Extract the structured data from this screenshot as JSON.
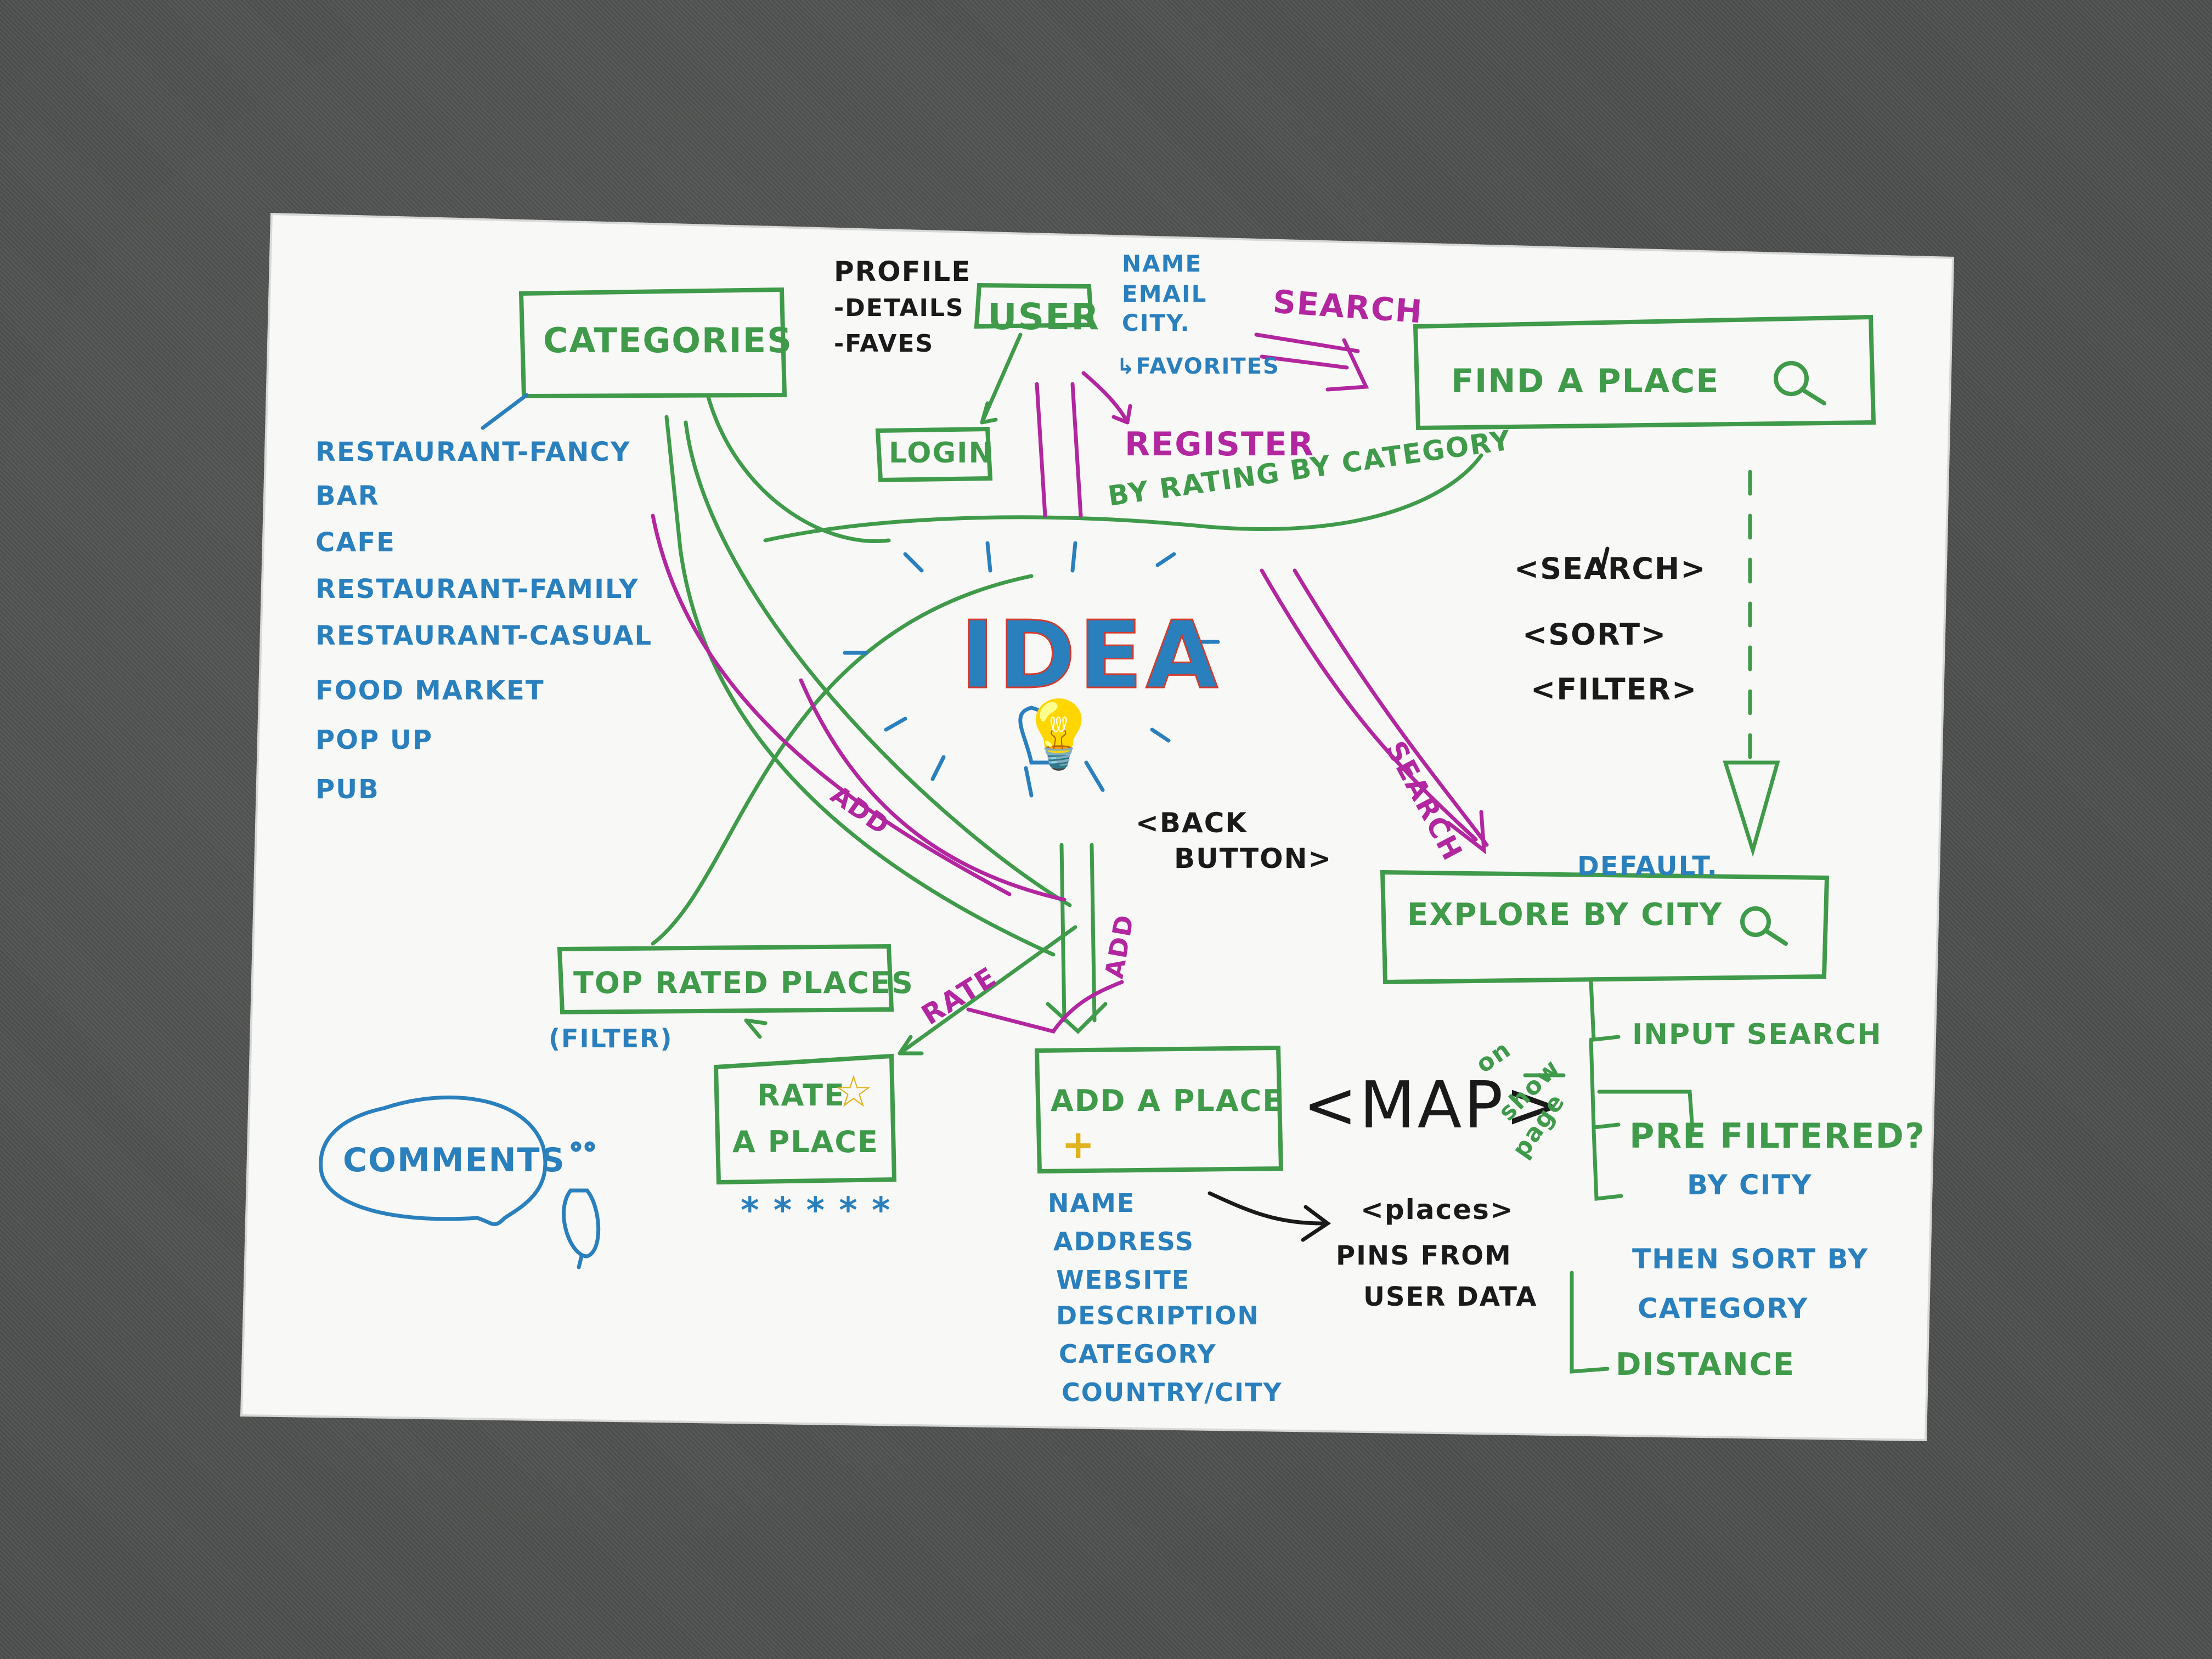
{
  "center": {
    "title": "IDEA"
  },
  "categories_box": {
    "label": "CATEGORIES",
    "items": [
      "RESTAURANT-FANCY",
      "BAR",
      "CAFE",
      "RESTAURANT-FAMILY",
      "RESTAURANT-CASUAL",
      "FOOD MARKET",
      "POP UP",
      "PUB"
    ]
  },
  "profile": {
    "title": "PROFILE",
    "details": "-DETAILS",
    "faves": "-FAVES"
  },
  "user_box": {
    "label": "USER",
    "fields": [
      "NAME",
      "EMAIL",
      "CITY."
    ],
    "favorites": "FAVORITES"
  },
  "login_box": {
    "label": "LOGIN"
  },
  "register": "REGISTER",
  "search_top": "SEARCH",
  "find_place_box": {
    "label": "FIND A PLACE"
  },
  "by_rating_by_category": "BY RATING BY CATEGORY",
  "search_sort_filter": [
    "<SEARCH>",
    "<SORT>",
    "<FILTER>"
  ],
  "search_arrow_label": "SEARCH",
  "add_label_left": "ADD",
  "add_label_right": "ADD",
  "rate_label": "RATE",
  "back_button": [
    "<BACK",
    "BUTTON>"
  ],
  "explore_box": {
    "default": "DEFAULT.",
    "label": "EXPLORE BY CITY"
  },
  "explore_branches": {
    "input_search": "INPUT SEARCH",
    "pre_filtered": "PRE FILTERED?",
    "by_city": "BY CITY",
    "then_sort_by": "THEN SORT BY",
    "category": "CATEGORY",
    "distance": "DISTANCE"
  },
  "top_rated_box": {
    "label": "TOP RATED PLACES",
    "filter": "(FILTER)"
  },
  "rate_box": {
    "line1": "RATE",
    "line2": "A PLACE",
    "stars": "* * * * *"
  },
  "add_place_box": {
    "label": "ADD A PLACE",
    "plus": "+",
    "fields": [
      "NAME",
      "ADDRESS",
      "WEBSITE",
      "DESCRIPTION",
      "CATEGORY",
      "COUNTRY/CITY"
    ]
  },
  "map": {
    "label": "<MAP>",
    "note": [
      "on",
      "show",
      "page"
    ]
  },
  "places": [
    "<places>",
    "PINS FROM",
    "USER DATA"
  ],
  "comments": "COMMENTS",
  "colors": {
    "green": "#3f9a4a",
    "blue": "#2a7fbd",
    "magenta": "#b2269f",
    "black": "#1a1a1a",
    "yellow": "#e0b21c",
    "paper": "#f7f7f5"
  }
}
